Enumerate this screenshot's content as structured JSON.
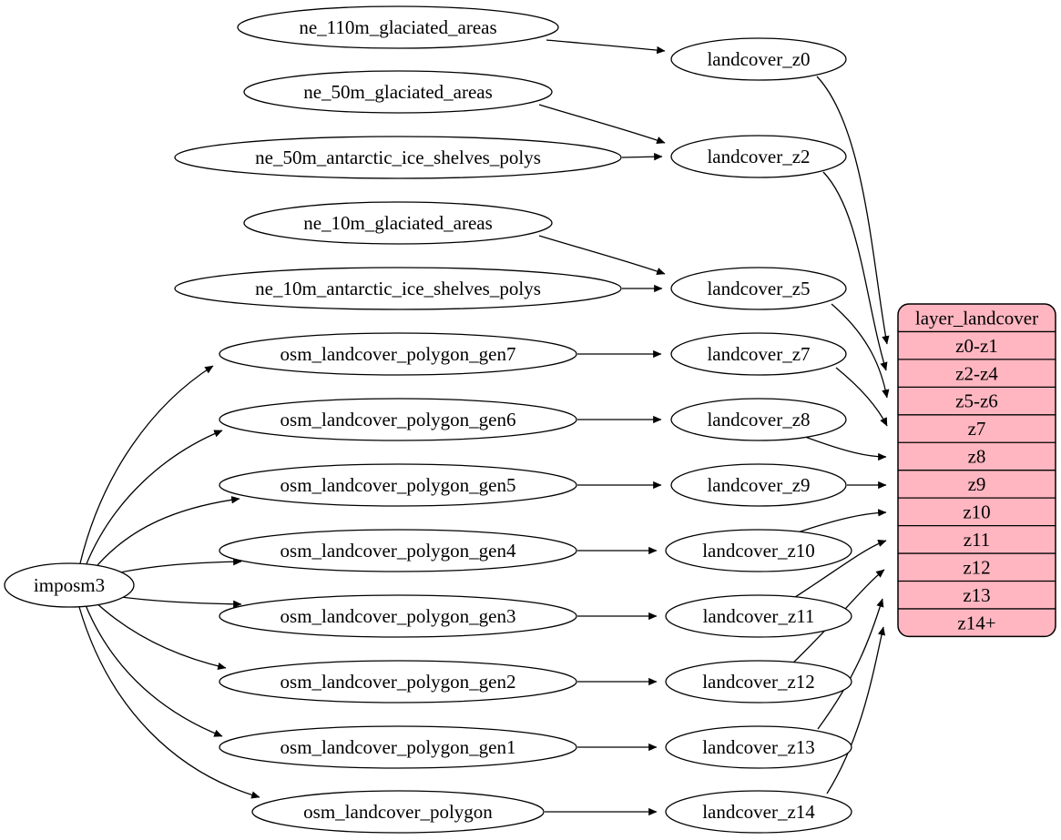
{
  "diagram": {
    "colors": {
      "background": "#ffffff",
      "node_fill": "#ffffff",
      "node_stroke": "#000000",
      "edge_stroke": "#000000",
      "record_fill": "#ffb6c1",
      "record_stroke": "#000000",
      "text": "#000000"
    },
    "importer": {
      "id": "imposm3",
      "label": "imposm3"
    },
    "sources": [
      {
        "id": "ne_110m_glaciated_areas",
        "label": "ne_110m_glaciated_areas"
      },
      {
        "id": "ne_50m_glaciated_areas",
        "label": "ne_50m_glaciated_areas"
      },
      {
        "id": "ne_50m_antarctic_ice_shelves_polys",
        "label": "ne_50m_antarctic_ice_shelves_polys"
      },
      {
        "id": "ne_10m_glaciated_areas",
        "label": "ne_10m_glaciated_areas"
      },
      {
        "id": "ne_10m_antarctic_ice_shelves_polys",
        "label": "ne_10m_antarctic_ice_shelves_polys"
      },
      {
        "id": "osm_landcover_polygon_gen7",
        "label": "osm_landcover_polygon_gen7"
      },
      {
        "id": "osm_landcover_polygon_gen6",
        "label": "osm_landcover_polygon_gen6"
      },
      {
        "id": "osm_landcover_polygon_gen5",
        "label": "osm_landcover_polygon_gen5"
      },
      {
        "id": "osm_landcover_polygon_gen4",
        "label": "osm_landcover_polygon_gen4"
      },
      {
        "id": "osm_landcover_polygon_gen3",
        "label": "osm_landcover_polygon_gen3"
      },
      {
        "id": "osm_landcover_polygon_gen2",
        "label": "osm_landcover_polygon_gen2"
      },
      {
        "id": "osm_landcover_polygon_gen1",
        "label": "osm_landcover_polygon_gen1"
      },
      {
        "id": "osm_landcover_polygon",
        "label": "osm_landcover_polygon"
      }
    ],
    "stages": [
      {
        "id": "landcover_z0",
        "label": "landcover_z0"
      },
      {
        "id": "landcover_z2",
        "label": "landcover_z2"
      },
      {
        "id": "landcover_z5",
        "label": "landcover_z5"
      },
      {
        "id": "landcover_z7",
        "label": "landcover_z7"
      },
      {
        "id": "landcover_z8",
        "label": "landcover_z8"
      },
      {
        "id": "landcover_z9",
        "label": "landcover_z9"
      },
      {
        "id": "landcover_z10",
        "label": "landcover_z10"
      },
      {
        "id": "landcover_z11",
        "label": "landcover_z11"
      },
      {
        "id": "landcover_z12",
        "label": "landcover_z12"
      },
      {
        "id": "landcover_z13",
        "label": "landcover_z13"
      },
      {
        "id": "landcover_z14",
        "label": "landcover_z14"
      }
    ],
    "table": {
      "id": "layer_landcover",
      "title": "layer_landcover",
      "rows": [
        "z0-z1",
        "z2-z4",
        "z5-z6",
        "z7",
        "z8",
        "z9",
        "z10",
        "z11",
        "z12",
        "z13",
        "z14+"
      ]
    },
    "edges": [
      {
        "from": "ne_110m_glaciated_areas",
        "to": "landcover_z0"
      },
      {
        "from": "ne_50m_glaciated_areas",
        "to": "landcover_z2"
      },
      {
        "from": "ne_50m_antarctic_ice_shelves_polys",
        "to": "landcover_z2"
      },
      {
        "from": "ne_10m_glaciated_areas",
        "to": "landcover_z5"
      },
      {
        "from": "ne_10m_antarctic_ice_shelves_polys",
        "to": "landcover_z5"
      },
      {
        "from": "imposm3",
        "to": "osm_landcover_polygon_gen7"
      },
      {
        "from": "imposm3",
        "to": "osm_landcover_polygon_gen6"
      },
      {
        "from": "imposm3",
        "to": "osm_landcover_polygon_gen5"
      },
      {
        "from": "imposm3",
        "to": "osm_landcover_polygon_gen4"
      },
      {
        "from": "imposm3",
        "to": "osm_landcover_polygon_gen3"
      },
      {
        "from": "imposm3",
        "to": "osm_landcover_polygon_gen2"
      },
      {
        "from": "imposm3",
        "to": "osm_landcover_polygon_gen1"
      },
      {
        "from": "imposm3",
        "to": "osm_landcover_polygon"
      },
      {
        "from": "osm_landcover_polygon_gen7",
        "to": "landcover_z7"
      },
      {
        "from": "osm_landcover_polygon_gen6",
        "to": "landcover_z8"
      },
      {
        "from": "osm_landcover_polygon_gen5",
        "to": "landcover_z9"
      },
      {
        "from": "osm_landcover_polygon_gen4",
        "to": "landcover_z10"
      },
      {
        "from": "osm_landcover_polygon_gen3",
        "to": "landcover_z11"
      },
      {
        "from": "osm_landcover_polygon_gen2",
        "to": "landcover_z12"
      },
      {
        "from": "osm_landcover_polygon_gen1",
        "to": "landcover_z13"
      },
      {
        "from": "osm_landcover_polygon",
        "to": "landcover_z14"
      },
      {
        "from": "landcover_z0",
        "to": "layer_landcover",
        "port": "z0-z1"
      },
      {
        "from": "landcover_z2",
        "to": "layer_landcover",
        "port": "z2-z4"
      },
      {
        "from": "landcover_z5",
        "to": "layer_landcover",
        "port": "z5-z6"
      },
      {
        "from": "landcover_z7",
        "to": "layer_landcover",
        "port": "z7"
      },
      {
        "from": "landcover_z8",
        "to": "layer_landcover",
        "port": "z8"
      },
      {
        "from": "landcover_z9",
        "to": "layer_landcover",
        "port": "z9"
      },
      {
        "from": "landcover_z10",
        "to": "layer_landcover",
        "port": "z10"
      },
      {
        "from": "landcover_z11",
        "to": "layer_landcover",
        "port": "z11"
      },
      {
        "from": "landcover_z12",
        "to": "layer_landcover",
        "port": "z12"
      },
      {
        "from": "landcover_z13",
        "to": "layer_landcover",
        "port": "z13"
      },
      {
        "from": "landcover_z14",
        "to": "layer_landcover",
        "port": "z14+"
      }
    ]
  }
}
